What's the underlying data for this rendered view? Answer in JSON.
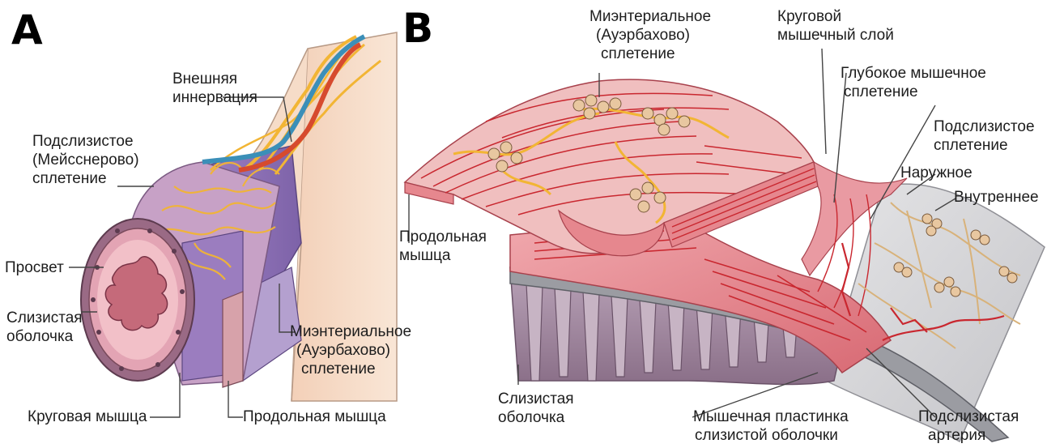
{
  "panels": {
    "a": {
      "letter": "A",
      "labels": {
        "external_innervation": [
          "Внешняя",
          "иннервация"
        ],
        "submucosal_plexus": [
          "Подслизистое",
          "(Мейсснерово)",
          "сплетение"
        ],
        "lumen": "Просвет",
        "mucosa": [
          "Слизистая",
          "оболочка"
        ],
        "myenteric_plexus": [
          "Миэнтериальное",
          "(Ауэрбахово)",
          "сплетение"
        ],
        "circular_muscle": "Круговая мышца",
        "longitudinal_muscle": "Продольная мышца"
      }
    },
    "b": {
      "letter": "B",
      "labels": {
        "myenteric_plexus": [
          "Миэнтериальное",
          "(Ауэрбахово)",
          "сплетение"
        ],
        "circular_muscle_layer": [
          "Круговой",
          "мышечный слой"
        ],
        "deep_muscular_plexus": [
          "Глубокое мышечное",
          "сплетение"
        ],
        "submucosal_plexus": [
          "Подслизистое",
          "сплетение"
        ],
        "outer": "Наружное",
        "inner": "Внутреннее",
        "longitudinal_muscle": [
          "Продольная",
          "мышца"
        ],
        "mucosa": [
          "Слизистая",
          "оболочка"
        ],
        "muscularis_mucosae": [
          "Мышечная пластинка",
          "слизистой оболочки"
        ],
        "submucosal_artery": [
          "Подслизистая",
          "артерия"
        ]
      }
    }
  },
  "colors": {
    "nerve": "#f2b534",
    "muscle": "#e6878e",
    "muscle_fiber": "#c9272f",
    "submucosa": "#d6d6d8",
    "serosa": "#f7dcc6",
    "lumen": "#c56a7a",
    "vein": "#3b8fb8",
    "artery": "#d64a2e",
    "leader": "#444444"
  }
}
